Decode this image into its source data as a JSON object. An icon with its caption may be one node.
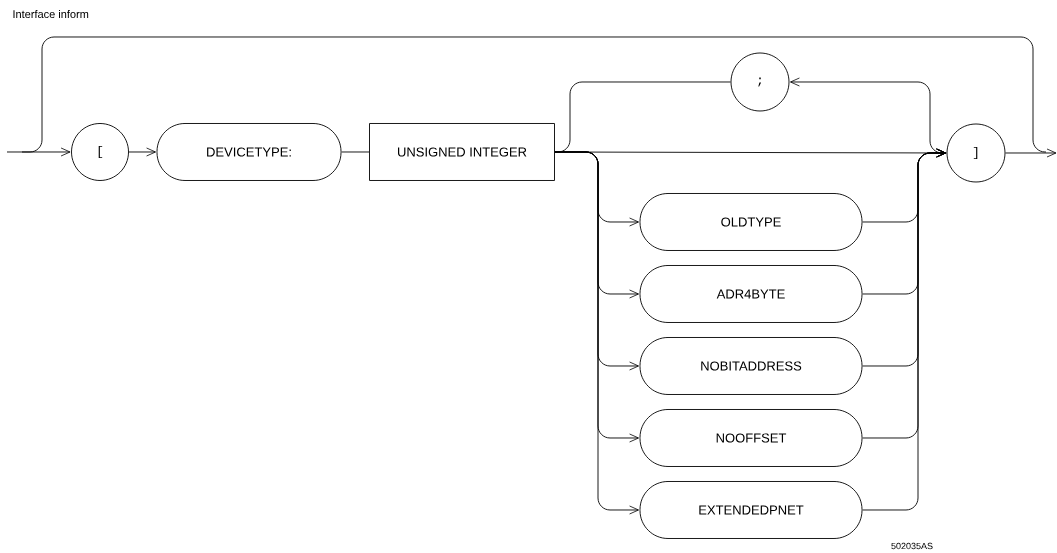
{
  "diagram": {
    "title": "Interface inform",
    "nodes": [
      {
        "text": [
          "["
        ]
      },
      {
        "text": [
          "DEVICETYPE:"
        ]
      },
      {
        "text": [
          "UNSIGNED INTEGER"
        ]
      },
      {
        "text": [
          ";"
        ]
      },
      {
        "text": [
          "]"
        ]
      },
      {
        "text": [
          "OLDTYPE"
        ]
      },
      {
        "text": [
          "ADR4BYTE"
        ]
      },
      {
        "text": [
          "NOBITADDRESS"
        ]
      },
      {
        "text": [
          "NOOFFSET"
        ]
      },
      {
        "text": [
          "EXTENDEDPNET"
        ]
      }
    ],
    "edges": [
      {
        "from": null,
        "to": 0,
        "arrow": "to"
      },
      {
        "from": 0,
        "to": 1,
        "arrow": "to"
      },
      {
        "from": 1,
        "to": 2,
        "arrow": "none"
      },
      {
        "from": 2,
        "to": 4,
        "arrow": "to"
      },
      {
        "from": 2,
        "to": 5,
        "arrow": "to"
      },
      {
        "from": 2,
        "to": 6,
        "arrow": "to"
      },
      {
        "from": 2,
        "to": 7,
        "arrow": "to"
      },
      {
        "from": 2,
        "to": 8,
        "arrow": "to"
      },
      {
        "from": 2,
        "to": 9,
        "arrow": "to"
      },
      {
        "from": 5,
        "to": 4,
        "arrow": "to"
      },
      {
        "from": 6,
        "to": 4,
        "arrow": "to"
      },
      {
        "from": 7,
        "to": 4,
        "arrow": "to"
      },
      {
        "from": 8,
        "to": 4,
        "arrow": "to"
      },
      {
        "from": 9,
        "to": 4,
        "arrow": "to"
      },
      {
        "from": 4,
        "to": 3,
        "arrow": "to"
      },
      {
        "from": 3,
        "to": 2,
        "arrow": "none"
      },
      {
        "from": 4,
        "to": null,
        "arrow": "to"
      }
    ],
    "labels": [
      "502035AS"
    ]
  }
}
